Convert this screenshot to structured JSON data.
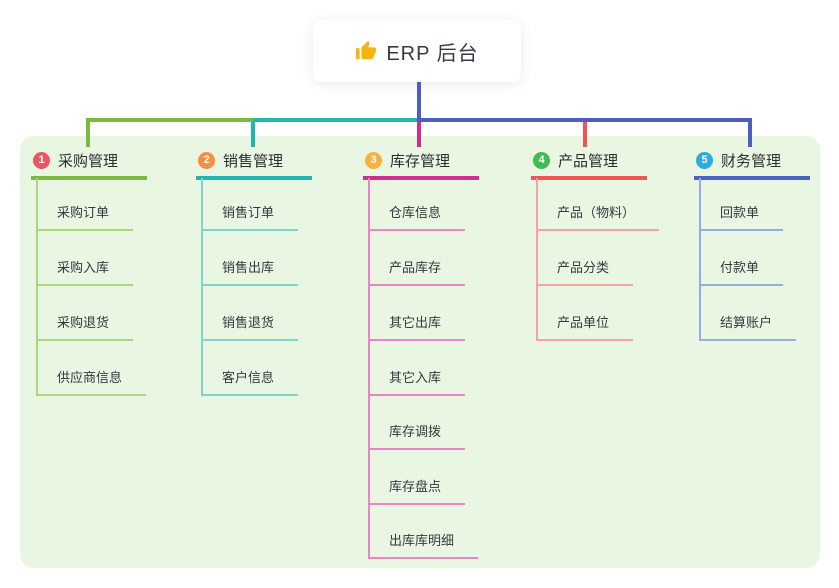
{
  "root": {
    "label": "ERP 后台",
    "icon": "thumbs-up-icon",
    "icon_color": "#f6b40e"
  },
  "panel_color": "#e9f6e2",
  "root_link_color": "#4a60c5",
  "branches": [
    {
      "index": "1",
      "label": "采购管理",
      "badge_color": "#ed5564",
      "color": "#7cb940",
      "light_color": "#abd57f",
      "children": [
        "采购订单",
        "采购入库",
        "采购退货",
        "供应商信息"
      ]
    },
    {
      "index": "2",
      "label": "销售管理",
      "badge_color": "#fa8c44",
      "color": "#1eb6ae",
      "light_color": "#82d2cb",
      "children": [
        "销售订单",
        "销售出库",
        "销售退货",
        "客户信息"
      ]
    },
    {
      "index": "3",
      "label": "库存管理",
      "badge_color": "#fbb040",
      "color": "#cf2f90",
      "light_color": "#eb84c4",
      "children": [
        "仓库信息",
        "产品库存",
        "其它出库",
        "其它入库",
        "库存调拨",
        "库存盘点",
        "出库库明细"
      ]
    },
    {
      "index": "4",
      "label": "产品管理",
      "badge_color": "#3dbd52",
      "color": "#f05556",
      "light_color": "#f8a3a3",
      "children": [
        "产品（物料）",
        "产品分类",
        "产品单位"
      ]
    },
    {
      "index": "5",
      "label": "财务管理",
      "badge_color": "#2caae1",
      "color": "#4a60c5",
      "light_color": "#96abdf",
      "children": [
        "回款单",
        "付款单",
        "结算账户"
      ]
    }
  ]
}
